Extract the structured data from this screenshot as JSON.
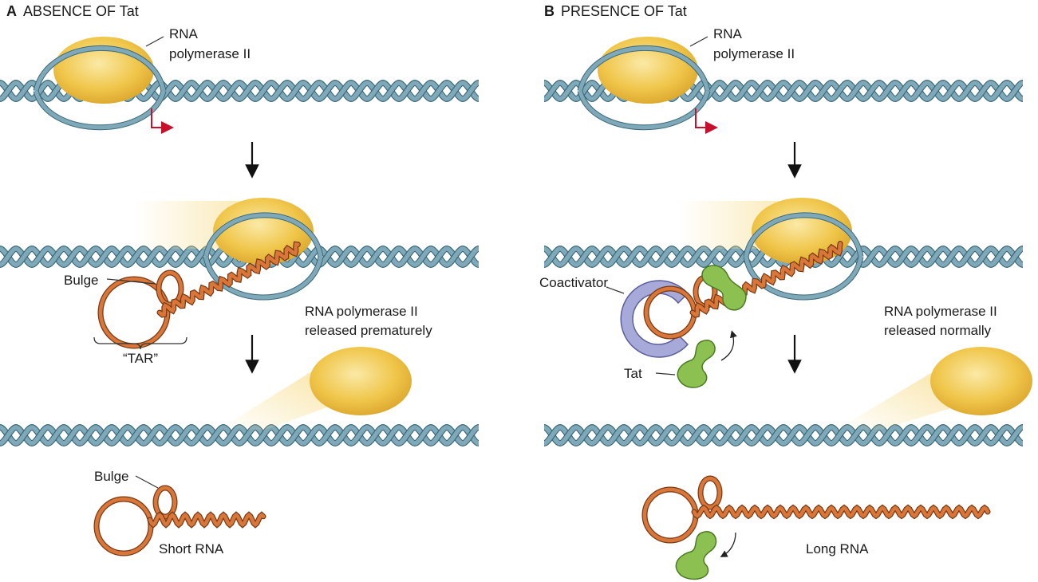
{
  "panels": {
    "a": {
      "letter": "A",
      "title": "ABSENCE OF Tat",
      "rnap_label_line1": "RNA",
      "rnap_label_line2": "polymerase II",
      "bulge_label_1": "Bulge",
      "tar_label": "“TAR”",
      "release_line1": "RNA polymerase II",
      "release_line2": "released prematurely",
      "bulge_label_2": "Bulge",
      "product_label": "Short RNA"
    },
    "b": {
      "letter": "B",
      "title": "PRESENCE OF Tat",
      "rnap_label_line1": "RNA",
      "rnap_label_line2": "polymerase II",
      "coactivator_label": "Coactivator",
      "tat_label": "Tat",
      "release_line1": "RNA polymerase II",
      "release_line2": "released normally",
      "product_label": "Long RNA"
    }
  },
  "colors": {
    "dna": "#7fa9b8",
    "dna_edge": "#3c6a7a",
    "rnap": "#f0c64a",
    "rna": "#d9773a",
    "rna_edge": "#7a3a14",
    "tat": "#8cc152",
    "coactivator": "#a7a9d8",
    "tss_arrow": "#c8102e"
  }
}
